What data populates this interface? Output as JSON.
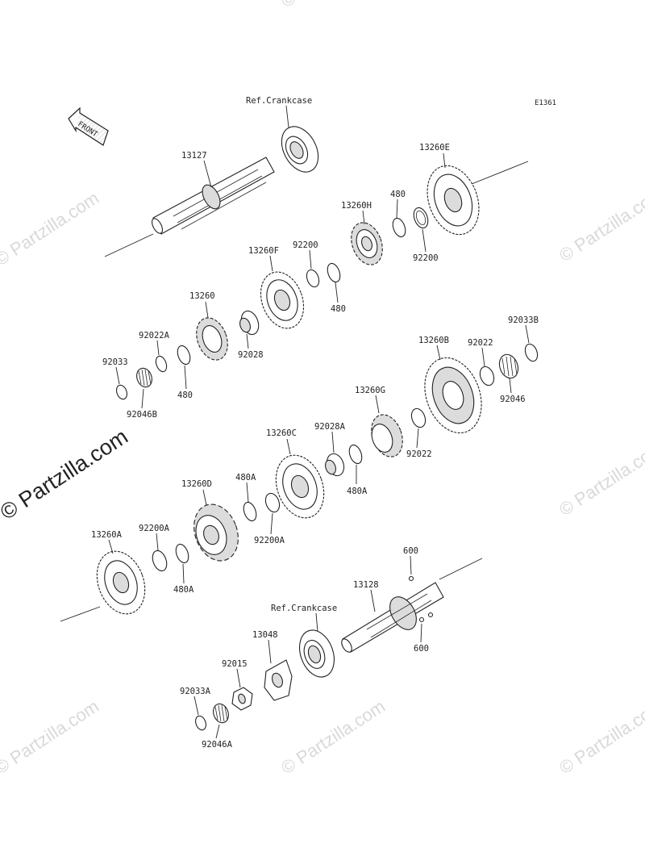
{
  "diagram": {
    "code": "E1361",
    "front_label": "FRONT",
    "watermarks": {
      "main": "© Partzilla.com",
      "repeat": "© Partzilla.com"
    },
    "references": {
      "crankcase_top": "Ref.Crankcase",
      "crankcase_bottom": "Ref.Crankcase"
    },
    "labels": {
      "p13127": "13127",
      "p13260E": "13260E",
      "p480_top": "480",
      "p13260H": "13260H",
      "p92200_right": "92200",
      "p92200_left": "92200",
      "p13260F": "13260F",
      "p480_mid": "480",
      "p13260": "13260",
      "p92028": "92028",
      "p92022A": "92022A",
      "p92033": "92033",
      "p92046B": "92046B",
      "p480_low": "480",
      "p92033B": "92033B",
      "p13260B": "13260B",
      "p92022_top": "92022",
      "p92046": "92046",
      "p13260G": "13260G",
      "p92022_low": "92022",
      "p13260C": "13260C",
      "p92028A": "92028A",
      "p480A_right": "480A",
      "p13260D": "13260D",
      "p480A_mid": "480A",
      "p92200A_right": "92200A",
      "p13260A": "13260A",
      "p92200A_left": "92200A",
      "p480A_left": "480A",
      "p600_top": "600",
      "p13128": "13128",
      "p600_bottom": "600",
      "p13048": "13048",
      "p92015": "92015",
      "p92033A": "92033A",
      "p92046A": "92046A"
    }
  }
}
